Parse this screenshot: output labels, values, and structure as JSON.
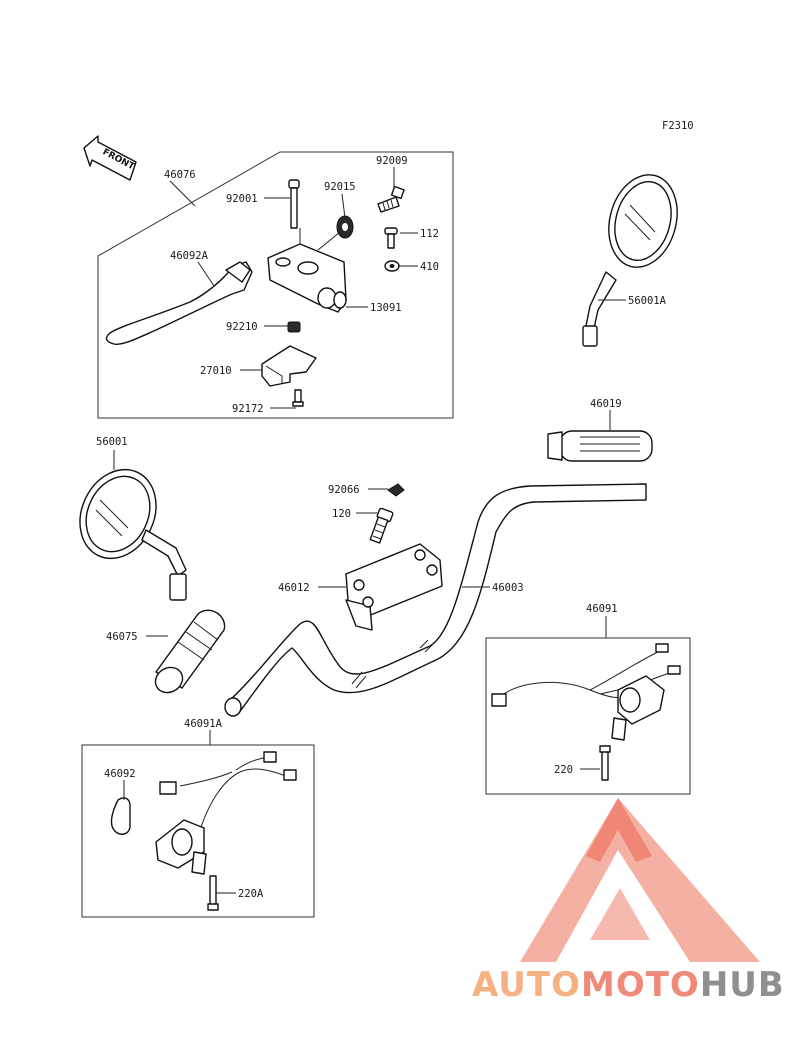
{
  "figure_code": "F2310",
  "front_arrow_label": "FRONT",
  "part_labels": {
    "p46076": "46076",
    "p92001": "92001",
    "p92009": "92009",
    "p92015": "92015",
    "p112": "112",
    "p410": "410",
    "p46092A": "46092A",
    "p13091": "13091",
    "p92210": "92210",
    "p27010": "27010",
    "p92172": "92172",
    "p56001A": "56001A",
    "p46019": "46019",
    "p56001": "56001",
    "p92066": "92066",
    "p120": "120",
    "p46012": "46012",
    "p46003": "46003",
    "p46075": "46075",
    "p46091": "46091",
    "p220": "220",
    "p46091A": "46091A",
    "p46092": "46092",
    "p220A": "220A"
  },
  "watermark": {
    "part1": "AUTO",
    "part2": "MOTO",
    "part3": "HUB",
    "logo_color_main": "#ef8a7a",
    "auto_color": "#f5b183",
    "hub_color": "#8f8f8f"
  }
}
